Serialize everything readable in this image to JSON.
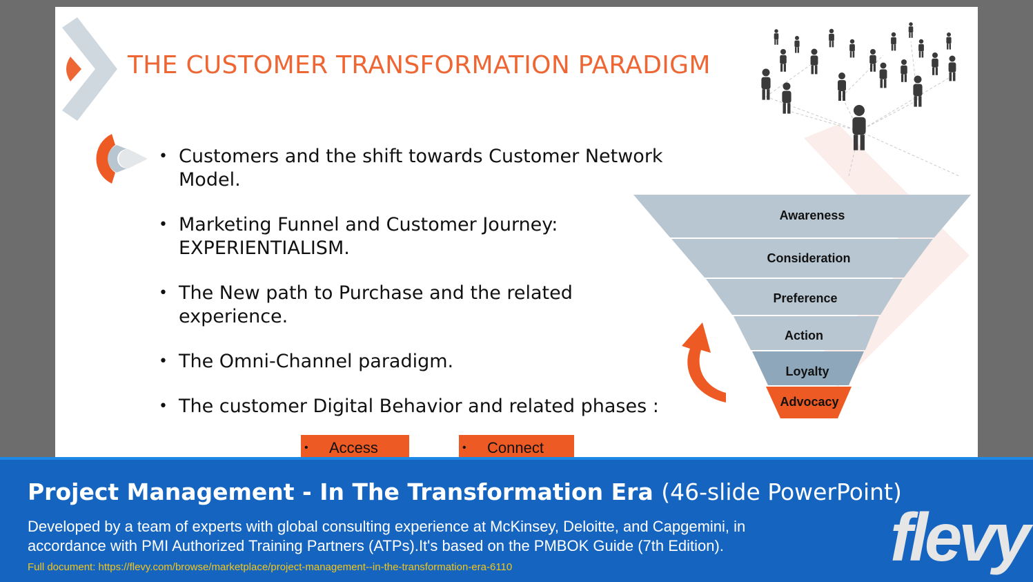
{
  "slide": {
    "title": "THE CUSTOMER TRANSFORMATION PARADIGM",
    "bullets": [
      "Customers and the shift towards Customer Network Model.",
      "Marketing Funnel and Customer Journey: EXPERIENTIALISM.",
      "The New path to Purchase and the related experience.",
      "The Omni-Channel paradigm.",
      "The customer Digital Behavior and  related phases :"
    ],
    "phases": [
      {
        "bullet": "•",
        "label": "Access"
      },
      {
        "bullet": "•",
        "label": "Connect"
      }
    ],
    "funnel_stages": [
      "Awareness",
      "Consideration",
      "Preference",
      "Action",
      "Loyalty",
      "Advocacy"
    ],
    "colors": {
      "accent": "#ee6633",
      "funnel_light": "#b8c6d2",
      "funnel_mid": "#8fa7ba",
      "funnel_advocacy": "#ee5a24"
    }
  },
  "footer": {
    "heading": "Project Management - In The Transformation Era",
    "heading_suffix": "(46-slide PowerPoint)",
    "description": "Developed by a team of experts with global consulting experience at McKinsey, Deloitte, and  Capgemini, in accordance with PMI Authorized Training Partners (ATPs).It's based on the PMBOK Guide (7th Edition).",
    "link": "Full document: https://flevy.com/browse/marketplace/project-management--in-the-transformation-era-6110",
    "logo": "flevy"
  }
}
